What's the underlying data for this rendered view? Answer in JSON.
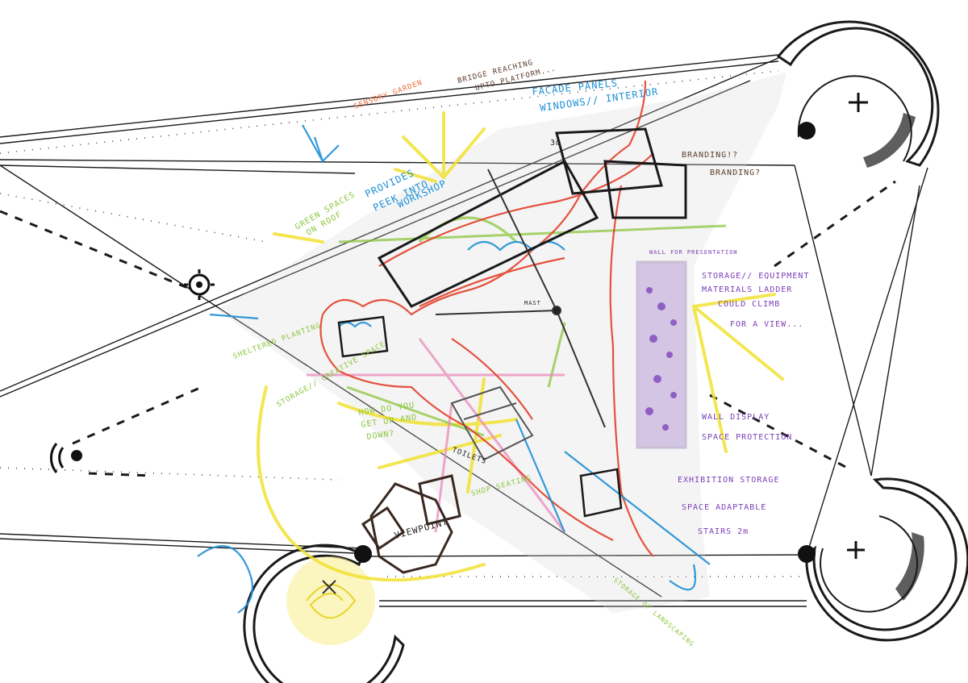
{
  "labels": {
    "bridge_reaching": "BRIDGE REACHING",
    "upto_platform": "UPTO PLATFORM...",
    "facade_panels": "FACADE PANELS",
    "windows_interior": "WINDOWS// INTERIOR",
    "sensory_garden": "SENSORY GARDEN",
    "provides_peek": "PROVIDES",
    "peek_into": "PEEK INTO",
    "workshop": "WORKSHOP",
    "green_spaces": "GREEN SPACES",
    "on_roof": "ON ROOF",
    "branding_1": "BRANDING!?",
    "branding_2": "BRANDING?",
    "wall_for_presentation": "WALL FOR PRESENTATION",
    "storage_equipment": "STORAGE// EQUIPMENT",
    "materials_ladder": "MATERIALS LADDER",
    "could_climb": "COULD CLIMB",
    "for_a_view": "FOR A VIEW...",
    "wall_display": "WALL DISPLAY",
    "space_protection": "SPACE PROTECTION",
    "exhibition_storage": "EXHIBITION STORAGE",
    "space_adaptable": "SPACE ADAPTABLE",
    "stairs": "STAIRS 2m",
    "mast": "MAST",
    "toilets": "TOILETS",
    "viewpoint": "VIEWPOINT",
    "how_do_you": "HOW DO YOU",
    "get_up_and": "GET UP AND",
    "down": "DOWN?",
    "sheltered_planting": "SHELTERED PLANTING",
    "storage_creative": "STORAGE// CREATIVE SPACE",
    "shop_seating": "SHOP SEATING",
    "storage_of_landscaping": "STORAGE OF LANDSCAPING",
    "three_m": "3m"
  },
  "colors": {
    "ink": "#1a1a1a",
    "red": "#e2412b",
    "blue": "#1d8fd6",
    "yellow": "#f4e64a",
    "green": "#8cc63f",
    "purple": "#7a3db8",
    "orange": "#ef6b3a",
    "pink": "#e98ab8"
  },
  "icons": {
    "vent": "vent-symbol-icon",
    "target": "target-symbol-icon",
    "anchor": "anchor-plus-icon"
  }
}
